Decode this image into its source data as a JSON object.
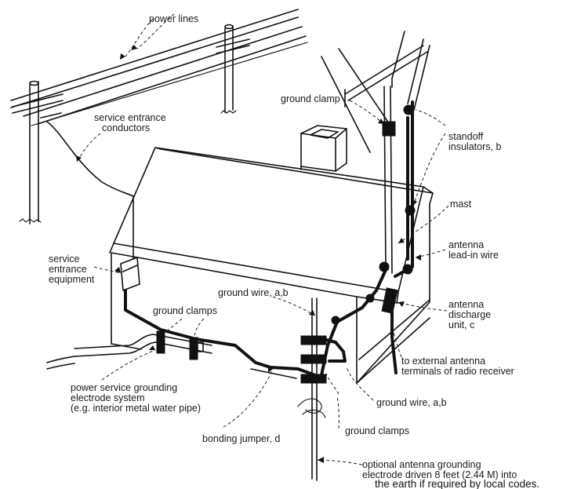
{
  "labels": {
    "power_lines": "power lines",
    "service_entrance_conductors_1": "service entrance",
    "service_entrance_conductors_2": "conductors",
    "ground_clamp": "ground clamp",
    "standoff_insulators_1": "standoff",
    "standoff_insulators_2": "insulators, b",
    "mast": "mast",
    "antenna_lead_in_1": "antenna",
    "antenna_lead_in_2": "lead-in wire",
    "service_entrance_equipment_1": "service",
    "service_entrance_equipment_2": "entrance",
    "service_entrance_equipment_3": "equipment",
    "ground_clamps_top": "ground clamps",
    "ground_wire_left": "ground wire, a,b",
    "antenna_discharge_1": "antenna",
    "antenna_discharge_2": "discharge",
    "antenna_discharge_3": "unit, c",
    "external_terminals_1": "to external antenna",
    "external_terminals_2": "terminals of radio receiver",
    "power_service_grounding_1": "power service grounding",
    "power_service_grounding_2": "electrode system",
    "power_service_grounding_3": "(e.g. interior metal water pipe)",
    "ground_wire_right": "ground wire, a,b",
    "bonding_jumper": "bonding jumper, d",
    "ground_clamps_bottom": "ground clamps",
    "optional_grounding_1": "optional antenna grounding",
    "optional_grounding_2": "electrode driven 8 feet (2.44 M) into",
    "optional_grounding_3": "the earth if required by local codes."
  }
}
